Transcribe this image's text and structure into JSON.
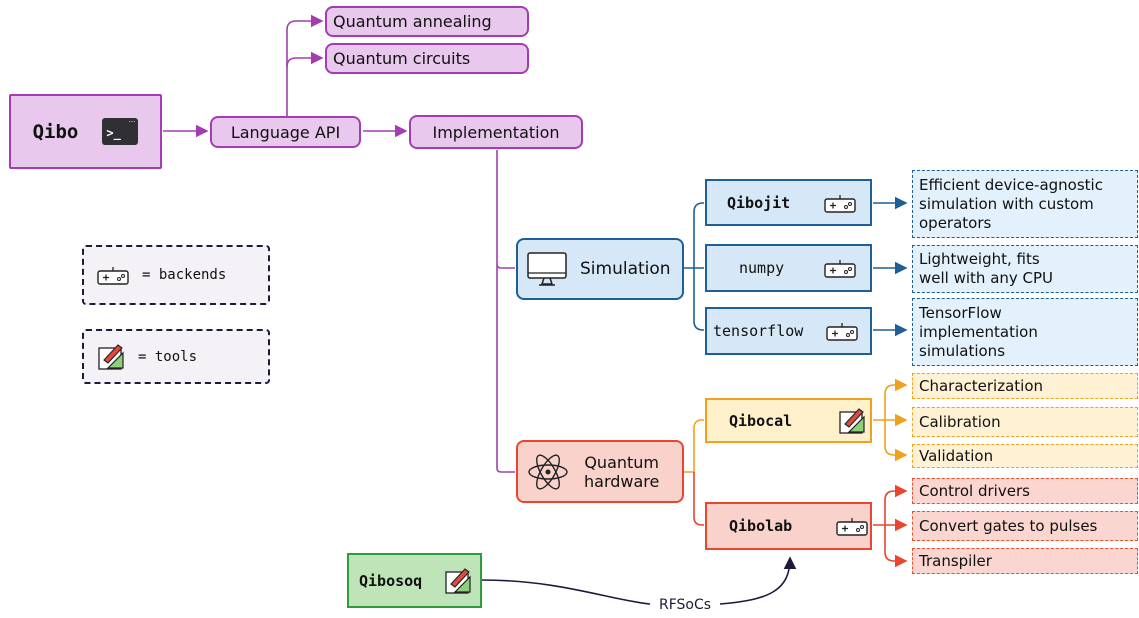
{
  "root": {
    "label": "Qibo",
    "terminal_glyph": ">_"
  },
  "language_api": "Language API",
  "quantum_annealing": "Quantum annealing",
  "quantum_circuits": "Quantum circuits",
  "implementation": "Implementation",
  "simulation": "Simulation",
  "quantum_hardware": {
    "line1": "Quantum",
    "line2": "hardware"
  },
  "backends": [
    {
      "name": "Qibojit",
      "description": [
        "Efficient device-agnostic",
        "simulation with custom",
        "operators"
      ]
    },
    {
      "name": "numpy",
      "description": [
        "Lightweight, fits",
        "well with any CPU"
      ]
    },
    {
      "name": "tensorflow",
      "description": [
        "TensorFlow",
        "implementation",
        "simulations"
      ]
    }
  ],
  "qibocal": {
    "name": "Qibocal",
    "items": [
      "Characterization",
      "Calibration",
      "Validation"
    ]
  },
  "qibolab": {
    "name": "Qibolab",
    "items": [
      "Control drivers",
      "Convert gates to pulses",
      "Transpiler"
    ]
  },
  "qibosoq": "Qibosoq",
  "rfsocs": "RFSoCs",
  "legend": {
    "backends": "= backends",
    "tools": "= tools"
  },
  "colors": {
    "purple": "#a33db1",
    "blue": "#1f5f96",
    "orange": "#f0a21e",
    "red": "#e8462e",
    "green": "#2f9a3e",
    "navy": "#1d1b3a"
  },
  "icons": [
    "terminal-icon",
    "gamepad-icon",
    "tool-icon",
    "monitor-icon",
    "atom-icon"
  ]
}
